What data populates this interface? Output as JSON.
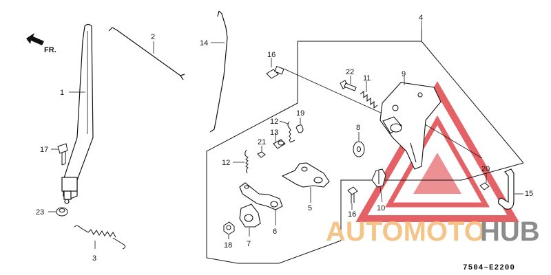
{
  "diagram": {
    "direction_label": "FR.",
    "reference_code": "7504–E2200",
    "callouts": {
      "c1": "1",
      "c2": "2",
      "c3": "3",
      "c4": "4",
      "c5": "5",
      "c6": "6",
      "c7": "7",
      "c8": "8",
      "c9": "9",
      "c10": "10",
      "c11": "11",
      "c12a": "12",
      "c12b": "12",
      "c13": "13",
      "c14": "14",
      "c15": "15",
      "c16a": "16",
      "c16b": "16",
      "c17": "17",
      "c18": "18",
      "c19": "19",
      "c20": "20",
      "c21": "21",
      "c22": "22",
      "c23": "23"
    }
  },
  "watermark": {
    "text_part1": "AUTOMOTO",
    "text_part2": "HUB",
    "colors": {
      "triangle": "#e0464b",
      "text_light": "#f4c489",
      "text_dark": "#8c8c8c"
    }
  }
}
